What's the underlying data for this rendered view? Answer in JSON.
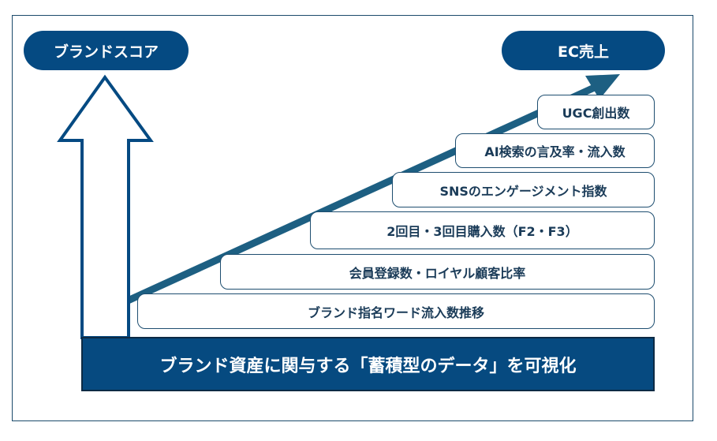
{
  "left_label": "ブランドスコア",
  "right_label": "EC売上",
  "metrics": [
    "UGC創出数",
    "AI検索の言及率・流入数",
    "SNSのエンゲージメント指数",
    "2回目・3回目購入数（F2・F3）",
    "会員登録数・ロイヤル顧客比率",
    "ブランド指名ワード流入数推移"
  ],
  "banner": "ブランド資産に関与する「蓄積型のデータ」を可視化",
  "colors": {
    "navy": "#054a82",
    "arrow": "#1d5f82"
  }
}
